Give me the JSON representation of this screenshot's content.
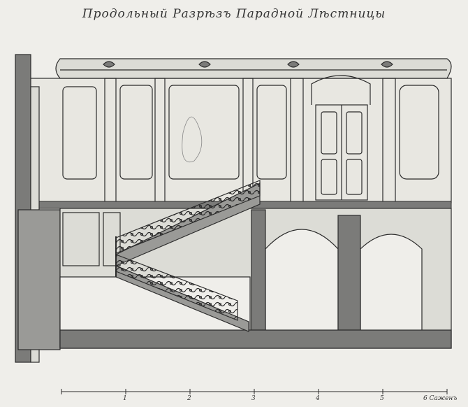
{
  "title": "Продольный Разрѣзъ Парадной Лѣстницы",
  "scale": {
    "ticks": [
      "1",
      "2",
      "3",
      "4",
      "5"
    ],
    "unit": "6 Саженъ"
  },
  "colors": {
    "paper": "#efeeea",
    "ink": "#2b2b2b",
    "wall_fill": "#7b7b79",
    "light_fill": "#dcdcd6"
  }
}
